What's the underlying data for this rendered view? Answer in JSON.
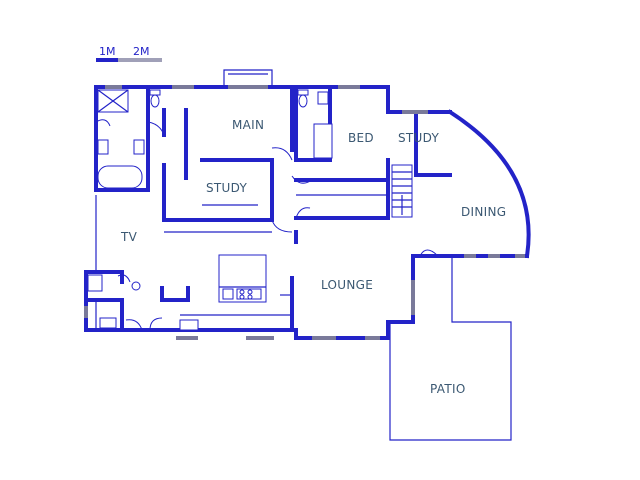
{
  "scale": {
    "label_1m": "1M",
    "label_2m": "2M"
  },
  "rooms": {
    "main": "MAIN",
    "bed": "BED",
    "study_right": "STUDY",
    "study_center": "STUDY",
    "dining": "DINING",
    "tv": "TV",
    "lounge": "LOUNGE",
    "patio": "PATIO"
  },
  "colors": {
    "wall": "#2323c8",
    "label": "#3b5872",
    "window": "#7a7a9a"
  }
}
